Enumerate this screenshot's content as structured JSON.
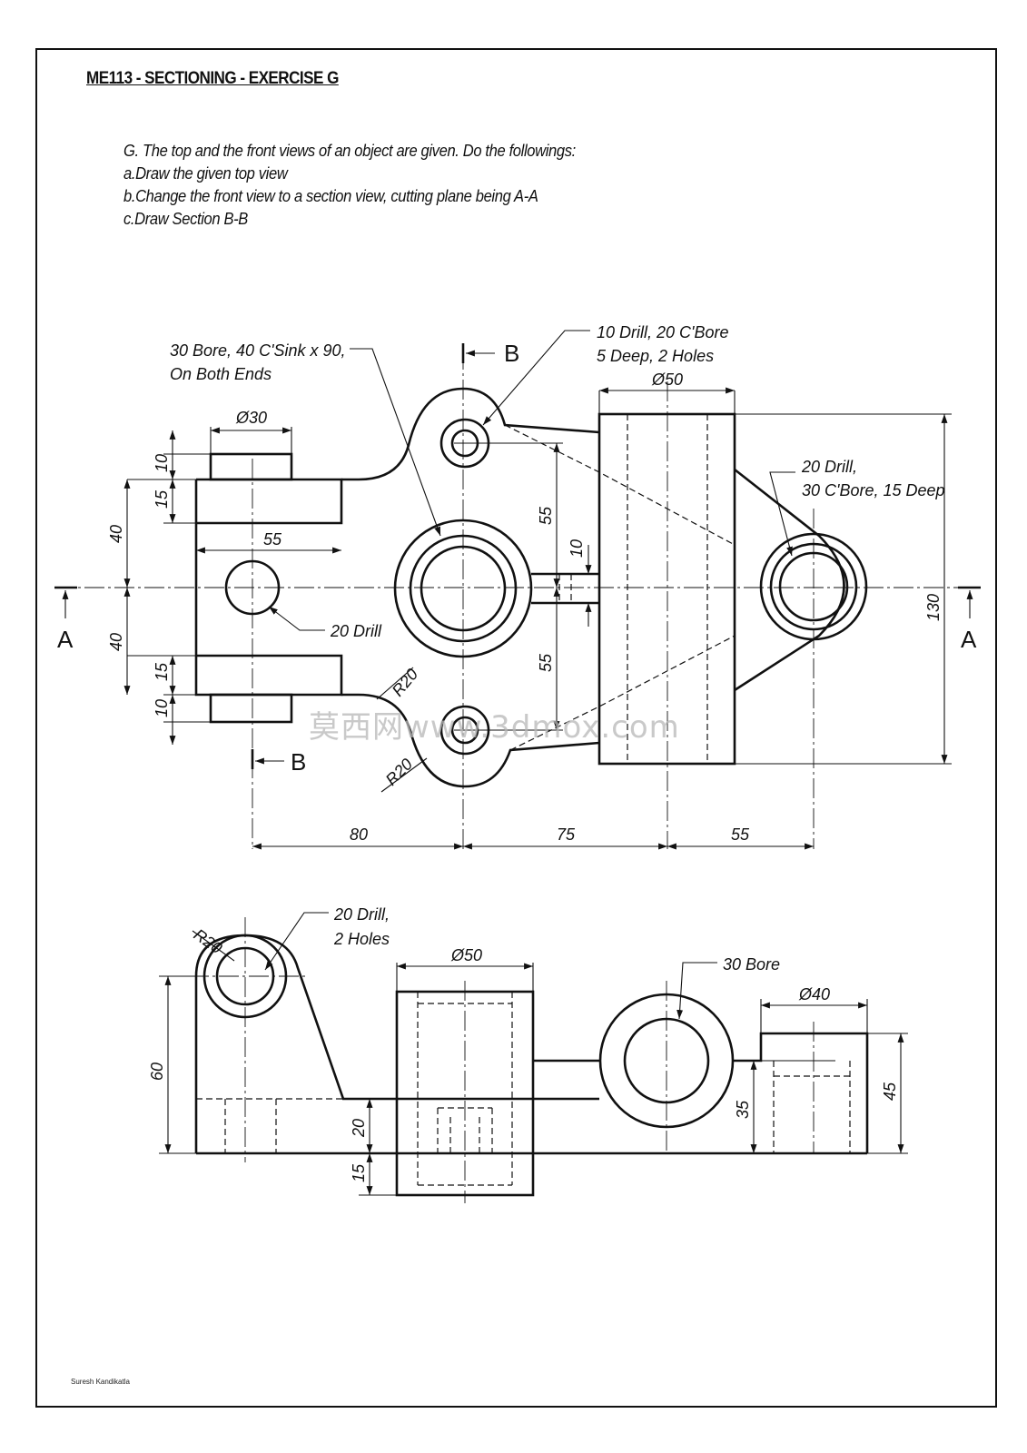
{
  "title": "ME113 - SECTIONING - EXERCISE G",
  "instructions": [
    "G. The top and the front views of an object are given. Do the followings:",
    "a.Draw the given top view",
    "b.Change the front view to a section view, cutting plane being A-A",
    "c.Draw Section B-B"
  ],
  "top_view": {
    "notes": {
      "bore": [
        "30 Bore, 40 C'Sink x 90,",
        "On Both Ends"
      ],
      "drill_cbore": [
        "10 Drill, 20 C'Bore",
        "5 Deep, 2 Holes"
      ],
      "drill20_cbore30": [
        "20 Drill,",
        "30 C'Bore, 15 Deep"
      ],
      "drill20": "20 Drill"
    },
    "dims": {
      "d50": "Ø50",
      "d30": "Ø30",
      "d10_top": "10",
      "d15_top": "15",
      "d40_top": "40",
      "d55_horiz": "55",
      "d40_bot": "40",
      "d15_bot": "15",
      "d10_bot": "10",
      "d55_up": "55",
      "d10_slot": "10",
      "d55_down": "55",
      "d130": "130",
      "r20_a": "R20",
      "r20_b": "R20",
      "d80": "80",
      "d75": "75",
      "d55_bottom": "55"
    },
    "section_labels": {
      "b_top": "B",
      "b_bottom": "B",
      "a_left": "A",
      "a_right": "A"
    }
  },
  "front_view": {
    "notes": {
      "drill_holes": [
        "20 Drill,",
        "2 Holes"
      ],
      "bore": "30 Bore"
    },
    "dims": {
      "r20": "R20",
      "d50": "Ø50",
      "d40": "Ø40",
      "d60": "60",
      "d20": "20",
      "d15": "15",
      "d35": "35",
      "d45": "45"
    }
  },
  "author": "Suresh Kandikatla",
  "watermark": "莫西网www.3dmox.com"
}
